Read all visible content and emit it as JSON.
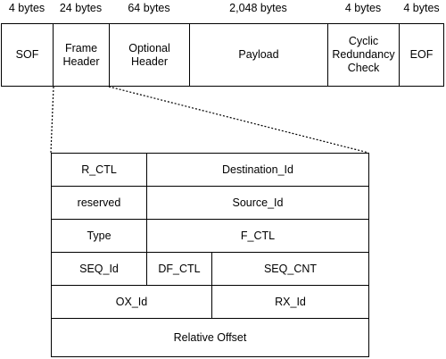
{
  "frame": {
    "sizes": [
      "4 bytes",
      "24 bytes",
      "64 bytes",
      "2,048 bytes",
      "4 bytes",
      "4 bytes"
    ],
    "fields": [
      "SOF",
      "Frame\nHeader",
      "Optional\nHeader",
      "Payload",
      "Cyclic\nRedundancy\nCheck",
      "EOF"
    ]
  },
  "header": {
    "rows": [
      [
        "R_CTL",
        "Destination_Id"
      ],
      [
        "reserved",
        "Source_Id"
      ],
      [
        "Type",
        "F_CTL"
      ],
      [
        "SEQ_Id",
        "DF_CTL",
        "SEQ_CNT"
      ],
      [
        "OX_Id",
        "RX_Id"
      ],
      [
        "Relative Offset"
      ]
    ]
  }
}
